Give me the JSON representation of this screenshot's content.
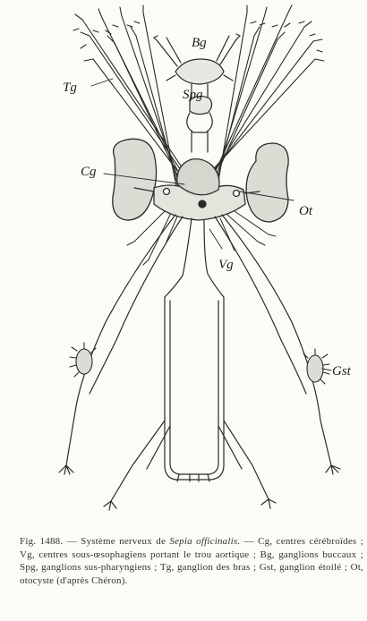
{
  "figure": {
    "labels": {
      "bg": "Bg",
      "spg": "Spg",
      "tg": "Tg",
      "cg": "Cg",
      "ot": "Ot",
      "vg": "Vg",
      "gst": "Gst"
    },
    "colors": {
      "ink": "#2a2a2a",
      "paper": "#fbfbf7",
      "fill": "#e8e8e2"
    }
  },
  "caption": {
    "fig_number": "Fig. 1488.",
    "dash": " — ",
    "title_text": "Système nerveux de ",
    "species": "Sepia officinalis.",
    "line2": " — Cg, centres cérébroïdes ; Vg, centres sous-œsophagiens portant le trou aortique ; Bg, ganglions buccaux ; Spg, ganglions sus-pharyngiens ; Tg, ganglion des bras ; Gst, ganglion étoilé ; Ot, otocyste (d'après Chéron)."
  }
}
